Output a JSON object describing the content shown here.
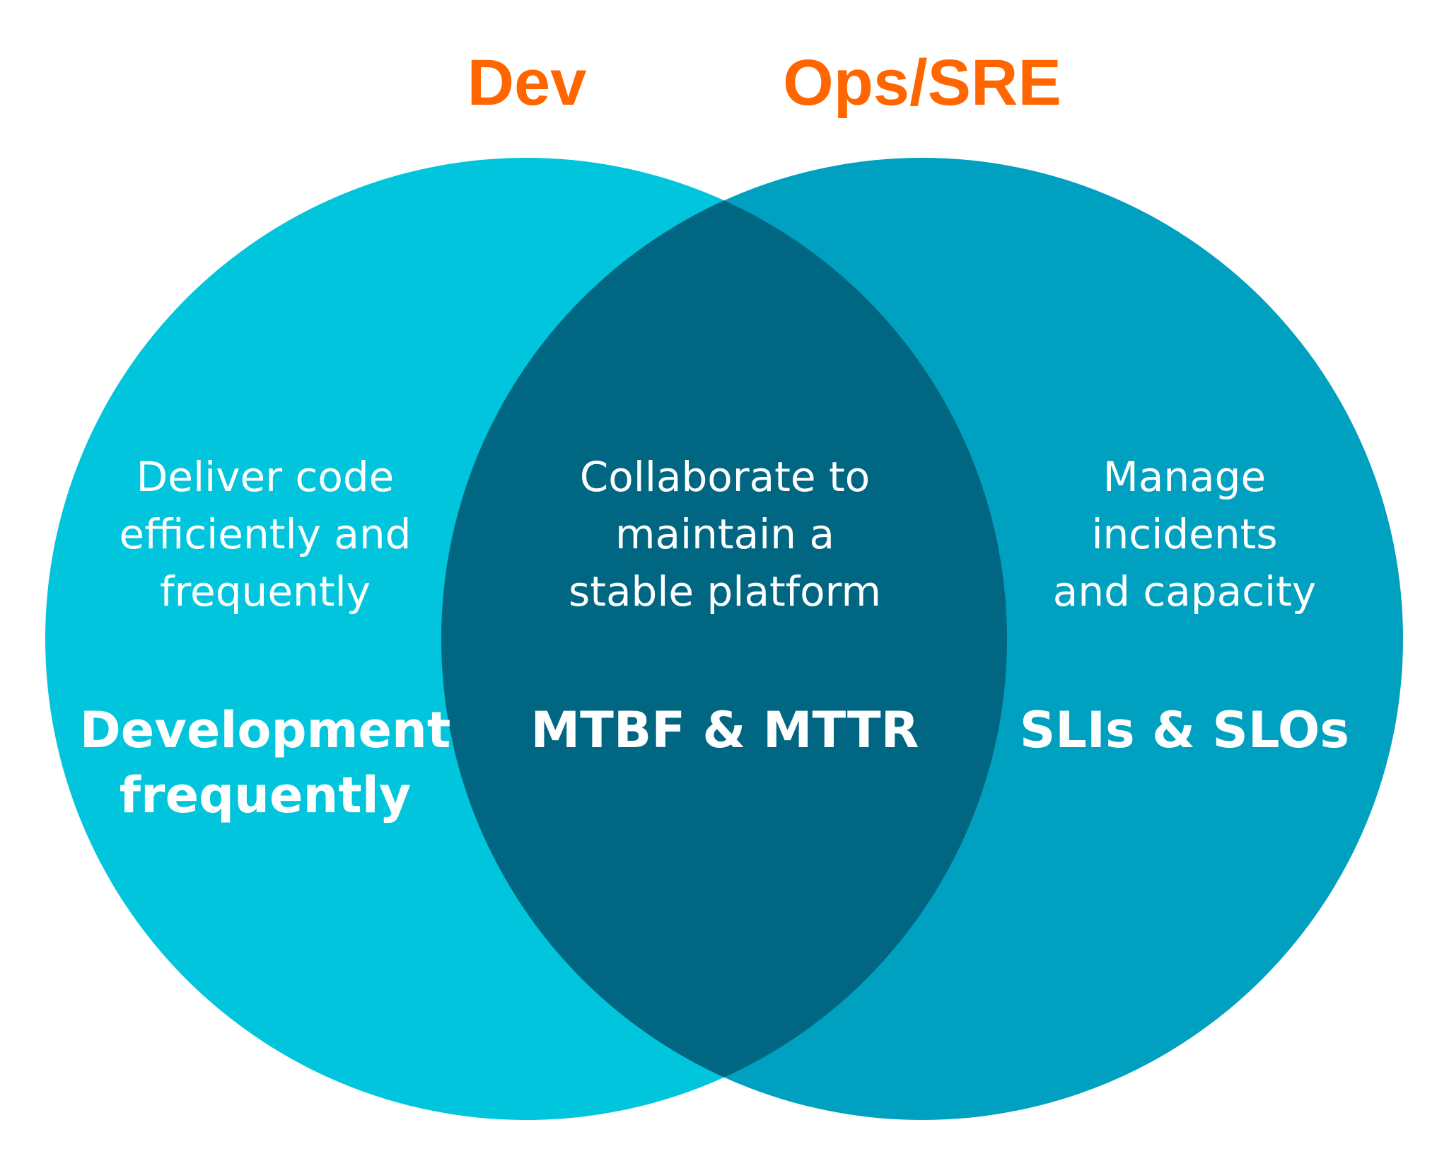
{
  "colors": {
    "title": "#FF6600",
    "dev_circle": "#00C5DC",
    "ops_circle": "#00A0C0",
    "overlap": "#006682"
  },
  "dev": {
    "title": "Dev",
    "description": [
      "Deliver code",
      "efficiently and",
      "frequently"
    ],
    "metric": [
      "Development",
      "frequently"
    ]
  },
  "ops": {
    "title": "Ops/SRE",
    "description": [
      "Manage",
      "incidents",
      "and capacity"
    ],
    "metric": [
      "SLIs & SLOs"
    ]
  },
  "shared": {
    "description": [
      "Collaborate to",
      "maintain a",
      "stable platform"
    ],
    "metric": [
      "MTBF & MTTR"
    ]
  }
}
